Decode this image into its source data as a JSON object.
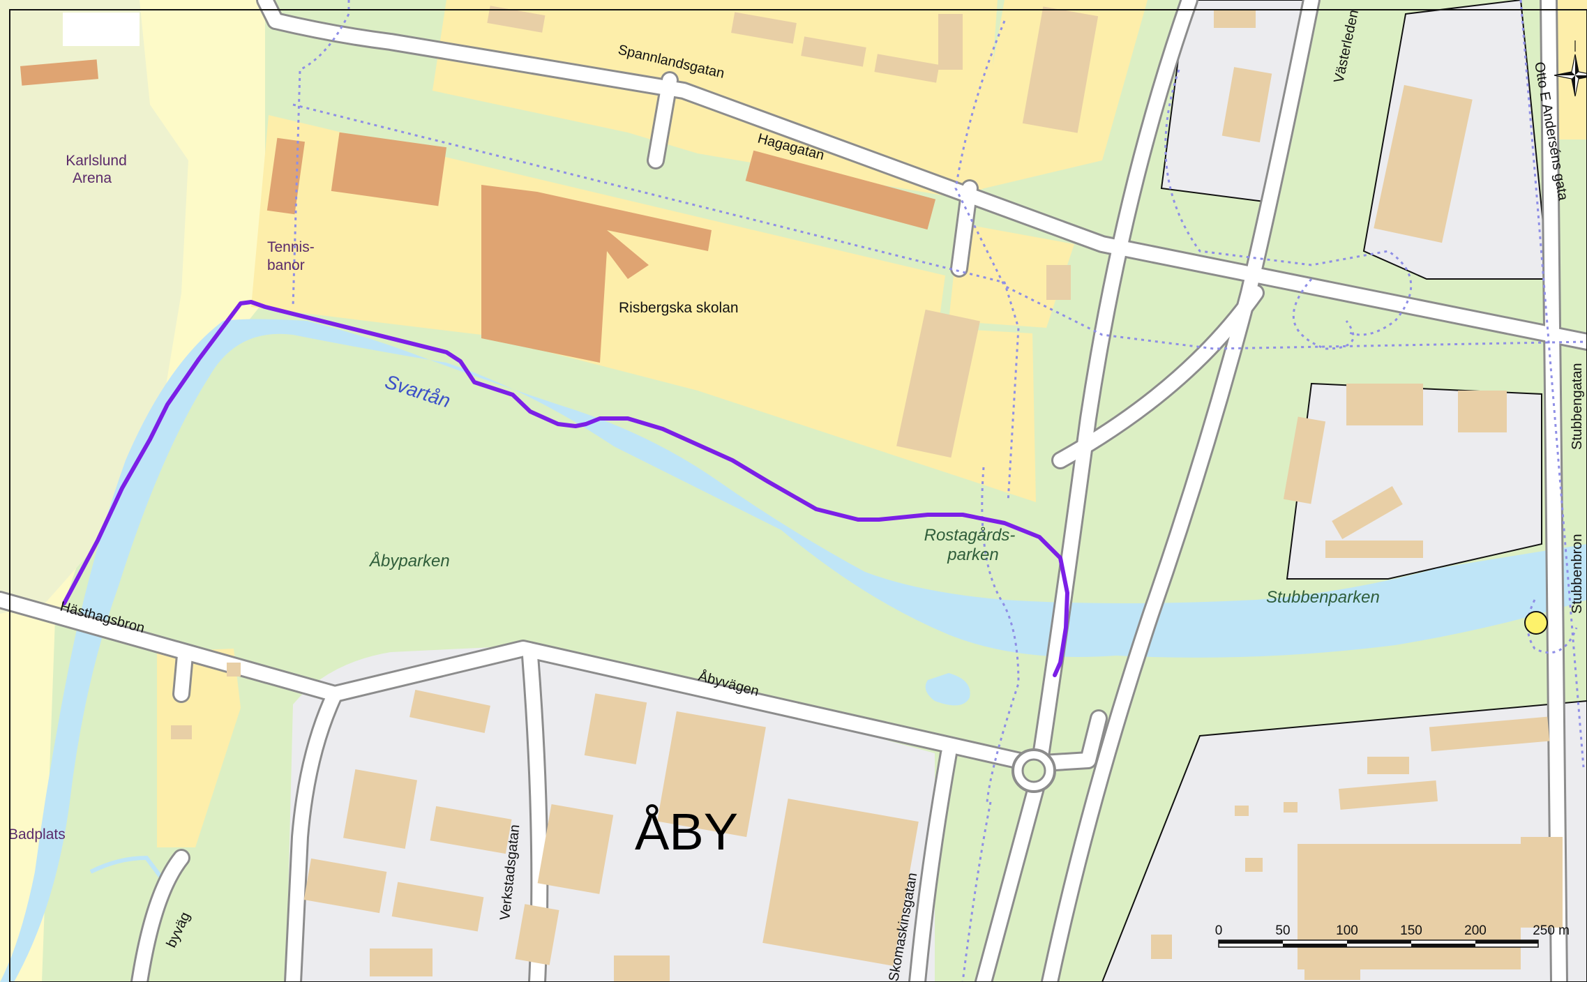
{
  "colors": {
    "park": "#dcefc4",
    "residential": "#fdeeaa",
    "industrial": "#ececef",
    "building_res": "#e8cfa6",
    "building_school": "#dfa472",
    "water": "#bfe5f7",
    "road": "#ffffff",
    "road_casing": "#8c8c8c",
    "route": "#7b1fe6",
    "footpath": "#8e8ee6",
    "marker": "#fdf26b"
  },
  "labels": {
    "karlslund": "Karlslund",
    "arena": "Arena",
    "tennis1": "Tennis-",
    "tennis2": "banor",
    "school": "Risbergska skolan",
    "river": "Svartån",
    "abyparken": "Åbyparken",
    "rostagards1": "Rostagårds-",
    "rostagards2": "parken",
    "stubbenparken": "Stubbenparken",
    "district": "ÅBY",
    "badplats": "Badplats"
  },
  "streets": {
    "spannlandsgatan": "Spannlandsgatan",
    "hagagatan": "Hagagatan",
    "hasthagsbron": "Hästhagsbron",
    "abyvagen": "Åbyvägen",
    "verkstadsgatan": "Verkstadsgatan",
    "skomaskinsgatan": "Skomaskinsgatan",
    "bryvag": "byväg",
    "vasterleden": "Västerleden",
    "otto": "Otto E Anderséns gata",
    "stubbengatan": "Stubbengatan",
    "stubbenbron": "Stubbenbron"
  },
  "scale": {
    "ticks": [
      "0",
      "50",
      "100",
      "150",
      "200",
      "250 m"
    ]
  },
  "icons": {
    "north_arrow": "compass-rose-icon",
    "route_end": "circle-marker-icon"
  }
}
